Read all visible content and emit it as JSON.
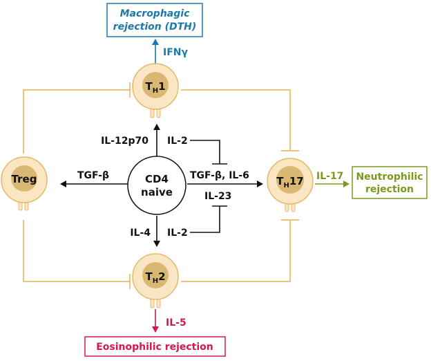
{
  "colors": {
    "cell_fill": "#fbe6c4",
    "cell_nucleus": "#d9b873",
    "cell_stroke": "#e4b868",
    "regulation_line": "#eab04e",
    "black": "#111111",
    "blue": "#1c78a8",
    "green": "#7a9a1c",
    "red": "#d3194a"
  },
  "center": {
    "line1": "CD4",
    "line2": "naive"
  },
  "cells": {
    "th1": {
      "main": "T",
      "sub": "H",
      "suffix": "1"
    },
    "th2": {
      "main": "T",
      "sub": "H",
      "suffix": "2"
    },
    "th17": {
      "main": "T",
      "sub": "H",
      "suffix": "17"
    },
    "treg": {
      "label": "Treg"
    }
  },
  "cytokines": {
    "ifn": "IFNγ",
    "il12": "IL-12p70",
    "il2_top": "IL-2",
    "il4": "IL-4",
    "il2_bottom": "IL-2",
    "tgf_treg": "TGF-β",
    "tgf_il6": "TGF-β, IL-6",
    "il23": "IL-23",
    "il17": "IL-17",
    "il5": "IL-5"
  },
  "outcomes": {
    "macrophagic_line1": "Macrophagic",
    "macrophagic_line2": "rejection (DTH)",
    "neutrophilic_line1": "Neutrophilic",
    "neutrophilic_line2": "rejection",
    "eosinophilic": "Eosinophilic rejection"
  }
}
